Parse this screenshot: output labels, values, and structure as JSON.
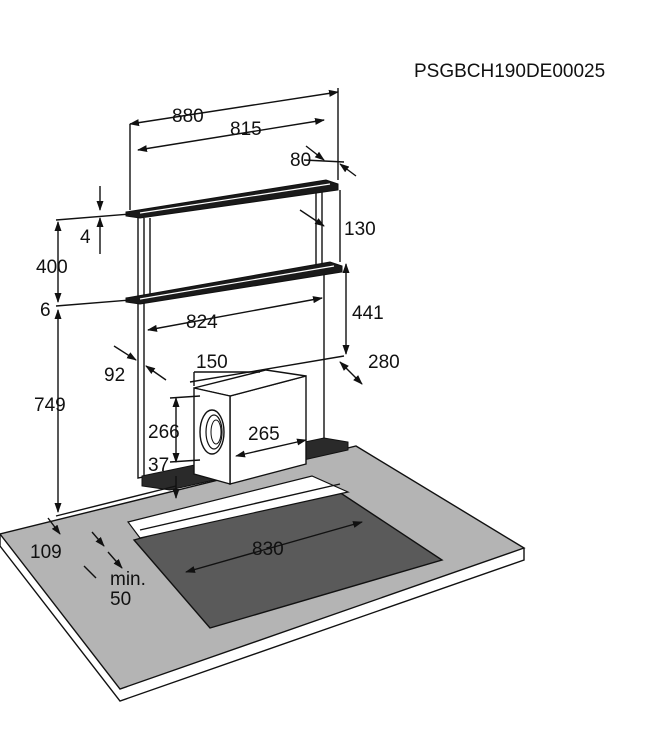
{
  "code": "PSGBCH190DE00025",
  "dimensions": {
    "total_width": "880",
    "panel_width": "815",
    "depth_top": "80",
    "top_offset": "4",
    "glass_height": "400",
    "trim": "6",
    "top_lip": "130",
    "inner_width": "824",
    "inner_height": "441",
    "body_depth": "92",
    "motor_depth": "280",
    "duct_width": "150",
    "duct_height": "266",
    "motor_width": "265",
    "base_offset": "37",
    "total_height": "749",
    "front_offset": "109",
    "min_label": "min.",
    "min_value": "50",
    "hob_width": "830"
  },
  "colors": {
    "worktop": "#b4b4b4",
    "hob": "#5a5a5a",
    "line": "#111111",
    "motor": "#ffffff",
    "cutout": "#ffffff"
  }
}
